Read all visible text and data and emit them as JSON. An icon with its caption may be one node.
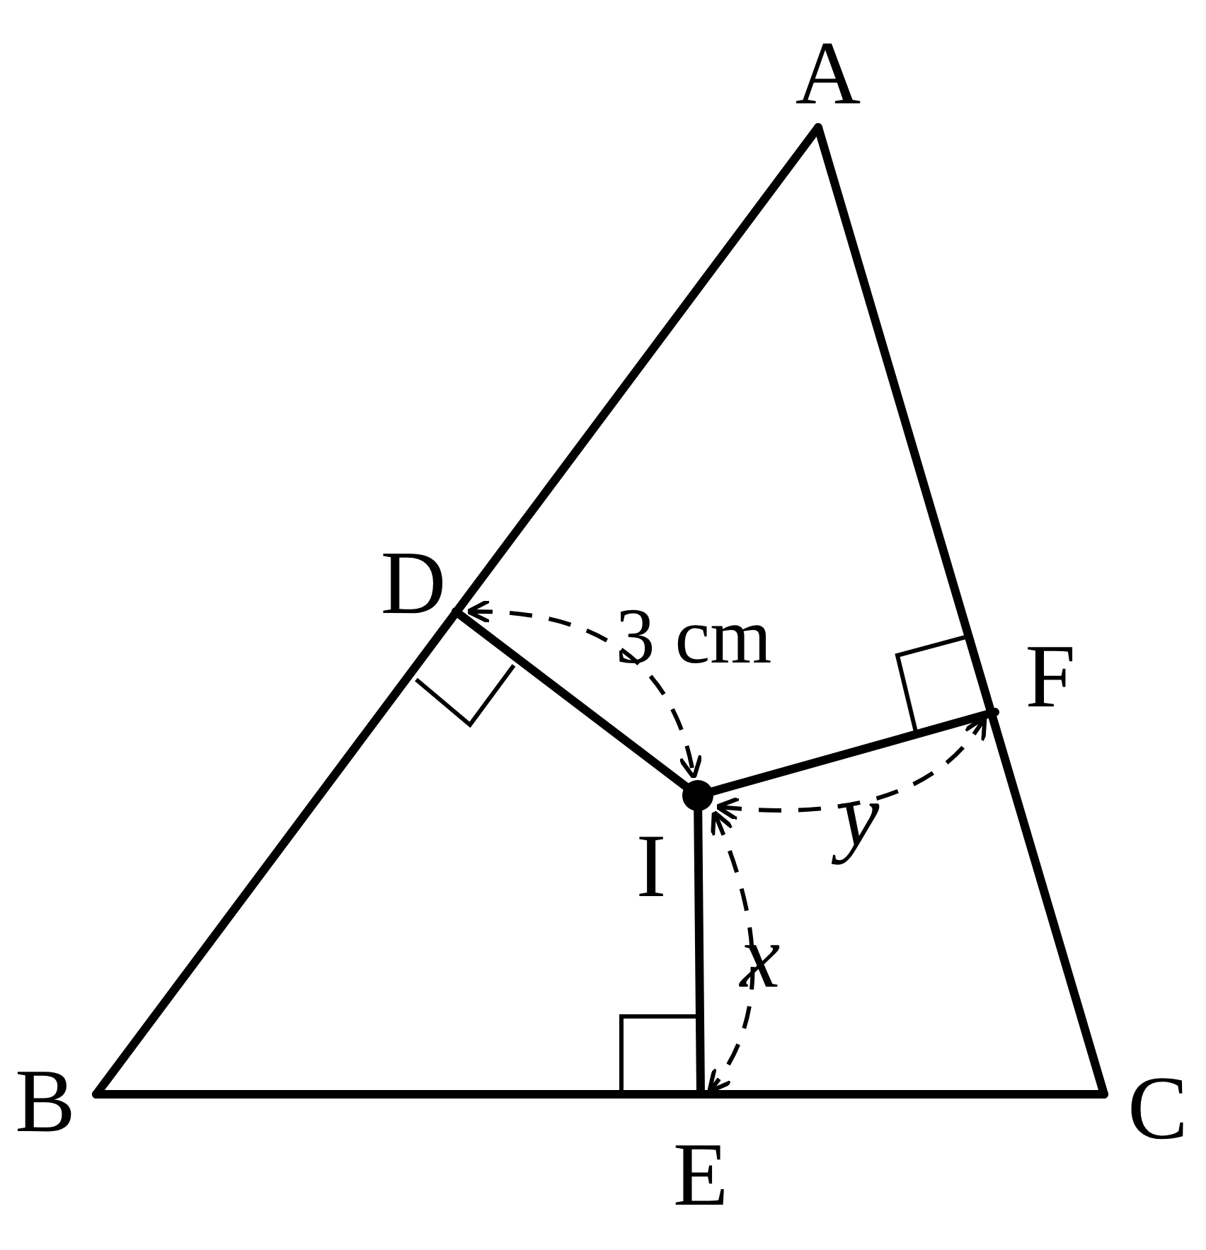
{
  "diagram": {
    "labels": [
      "A",
      "D",
      "3 cm",
      "F",
      "I",
      "y",
      "x",
      "B",
      "E",
      "C"
    ]
  }
}
